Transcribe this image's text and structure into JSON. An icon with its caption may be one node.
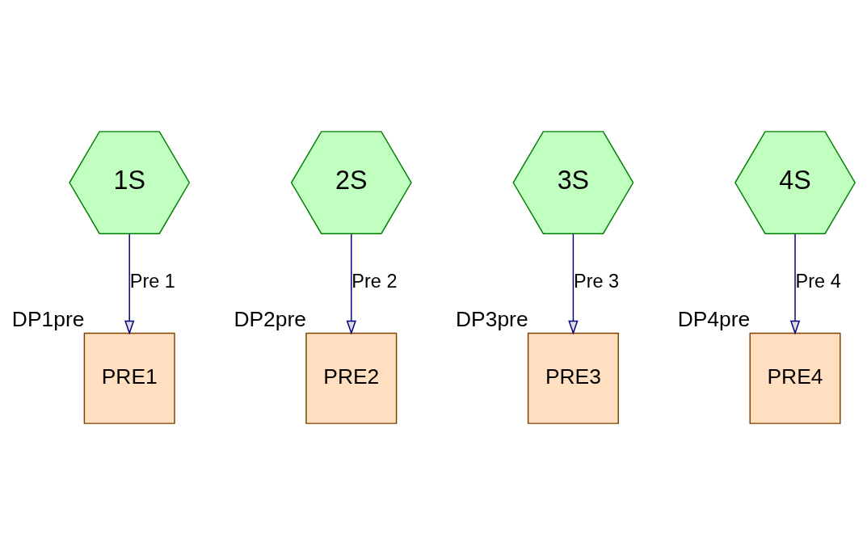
{
  "diagram": {
    "nodes": [
      {
        "text": [
          "1S"
        ]
      },
      {
        "text": [
          "2S"
        ]
      },
      {
        "text": [
          "3S"
        ]
      },
      {
        "text": [
          "4S"
        ]
      },
      {
        "text": [
          "PRE1"
        ],
        "beside": [
          "DP1pre"
        ]
      },
      {
        "text": [
          "PRE2"
        ],
        "beside": [
          "DP2pre"
        ]
      },
      {
        "text": [
          "PRE3"
        ],
        "beside": [
          "DP3pre"
        ]
      },
      {
        "text": [
          "PRE4"
        ],
        "beside": [
          "DP4pre"
        ]
      }
    ],
    "edges": [
      {
        "from": 0,
        "to": 4,
        "arrow": "to",
        "label": "Pre 1"
      },
      {
        "from": 1,
        "to": 5,
        "arrow": "to",
        "label": "Pre 2"
      },
      {
        "from": 2,
        "to": 6,
        "arrow": "to",
        "label": "Pre 3"
      },
      {
        "from": 3,
        "to": 7,
        "arrow": "to",
        "label": "Pre 4"
      }
    ]
  }
}
